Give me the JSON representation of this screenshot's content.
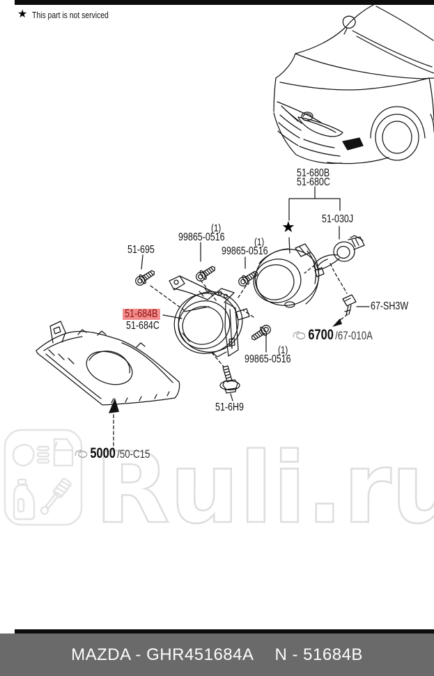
{
  "notice": {
    "text": "This part is not serviced"
  },
  "icons": {
    "star": "★"
  },
  "labels": {
    "l680b": "51-680B",
    "l680c": "51-680C",
    "l030j": "51-030J",
    "l695": "51-695",
    "screw_a_qty": "(1)",
    "screw_a": "99865-0516",
    "screw_b_qty": "(1)",
    "screw_b": "99865-0516",
    "screw_c_qty": "(1)",
    "screw_c": "99865-0516",
    "l684b": "51-684B",
    "l684c": "51-684C",
    "l67sh3w": "67-SH3W",
    "ref6700_num": "6700",
    "ref6700_suffix": "/67-010A",
    "l6h9": "51-6H9",
    "ref5000_num": "5000",
    "ref5000_suffix": "/50-C15"
  },
  "watermark": {
    "text": "Ruli.ru"
  },
  "footer": {
    "left": "MAZDA - GHR451684A",
    "right": "N - 51684B"
  },
  "colors": {
    "highlight_bg": "#f28b8b",
    "highlight_text": "#8c1010",
    "footer_bg": "#6a6a6a",
    "footer_text": "#fdfdfd",
    "watermark_gray": "#e1e1e1",
    "line_art": "#111111"
  }
}
